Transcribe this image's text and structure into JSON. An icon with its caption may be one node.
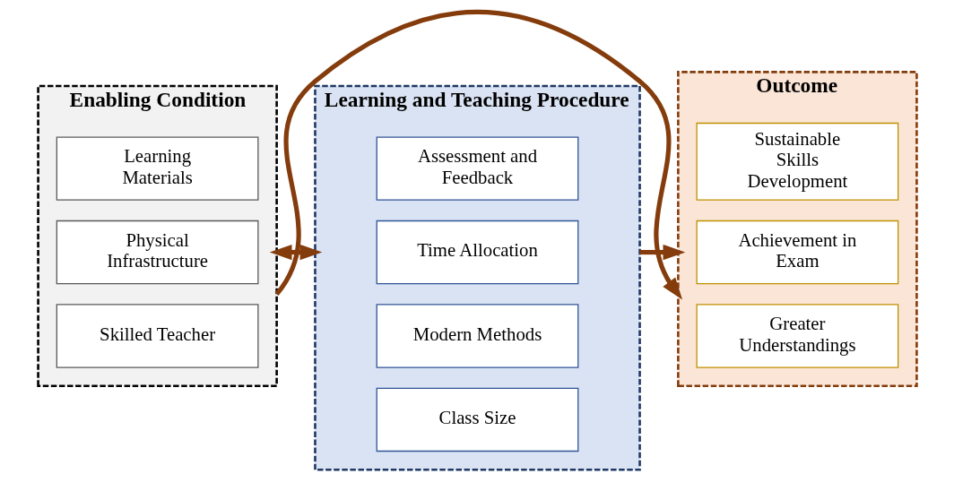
{
  "diagram": {
    "nodes": [
      {
        "text": [
          "Enabling Condition"
        ]
      },
      {
        "text": [
          "Skilled Teacher"
        ],
        "in": 0
      },
      {
        "text": [
          "Physical Infrastructure"
        ],
        "in": 0
      },
      {
        "text": [
          "Learning Materials"
        ],
        "in": 0
      },
      {
        "text": [
          "Learning and Teaching Procedure"
        ]
      },
      {
        "text": [
          "Class Size"
        ],
        "in": 4
      },
      {
        "text": [
          "Modern Methods"
        ],
        "in": 4
      },
      {
        "text": [
          "Time Allocation"
        ],
        "in": 4
      },
      {
        "text": [
          "Assessment and Feedback"
        ],
        "in": 4
      },
      {
        "text": [
          "Outcome"
        ]
      },
      {
        "text": [
          "Greater Understandings"
        ],
        "in": 9
      },
      {
        "text": [
          "Achievement in Exam"
        ],
        "in": 9
      },
      {
        "text": [
          "Sustainable Skills Development"
        ],
        "in": 9
      }
    ],
    "edges": [
      {
        "from": 0,
        "to": 9,
        "arrow": "to"
      },
      {
        "from": 0,
        "to": 4,
        "arrow": "both"
      },
      {
        "from": 4,
        "to": 9,
        "arrow": "to"
      }
    ]
  }
}
